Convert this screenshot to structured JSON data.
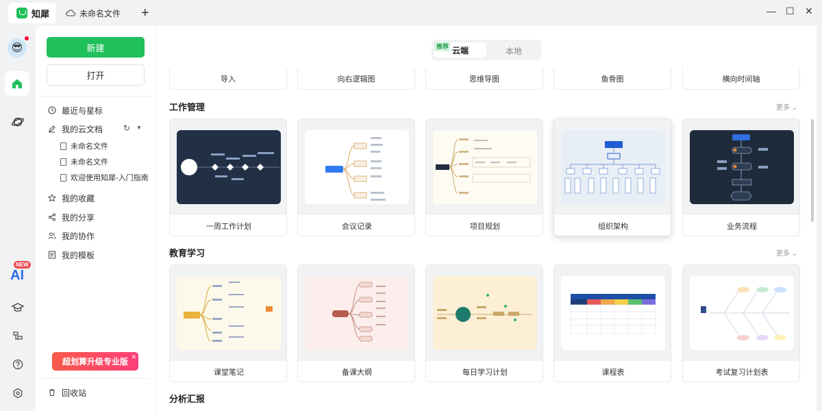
{
  "titlebar": {
    "app_tab": "知犀",
    "doc_tab": "未命名文件",
    "new_tab": "+",
    "minimize": "—",
    "maximize": "☐",
    "close": "✕"
  },
  "rail": {
    "ai_badge": "NEW",
    "ai_label": "AI"
  },
  "sidebar": {
    "new_button": "新建",
    "open_button": "打开",
    "nav": [
      {
        "label": "最近与星标",
        "icon": "clock-icon"
      },
      {
        "label": "我的云文档",
        "icon": "edit-icon"
      },
      {
        "label": "我的收藏",
        "icon": "star-icon"
      },
      {
        "label": "我的分享",
        "icon": "share-icon"
      },
      {
        "label": "我的协作",
        "icon": "users-icon"
      },
      {
        "label": "我的模板",
        "icon": "template-icon"
      }
    ],
    "files": [
      "未命名文件",
      "未命名文件",
      "欢迎使用知犀-入门指南"
    ],
    "promo": "超划算升级专业版",
    "trash": "回收站"
  },
  "main": {
    "toggle": {
      "badge": "推荐",
      "cloud": "云端",
      "local": "本地"
    },
    "top_row": [
      "导入",
      "向右逻辑图",
      "思维导图",
      "鱼骨图",
      "横向时间轴"
    ],
    "sections": [
      {
        "title": "工作管理",
        "more": "更多",
        "cards": [
          "一周工作计划",
          "会议记录",
          "项目规划",
          "组织架构",
          "业务流程"
        ]
      },
      {
        "title": "教育学习",
        "more": "更多",
        "cards": [
          "课堂笔记",
          "备课大纲",
          "每日学习计划",
          "课程表",
          "考试复习计划表"
        ]
      },
      {
        "title": "分析汇报"
      }
    ]
  },
  "colors": {
    "accent": "#20c05c",
    "dark_thumb": "#223046",
    "promo": "#f85a4a"
  }
}
